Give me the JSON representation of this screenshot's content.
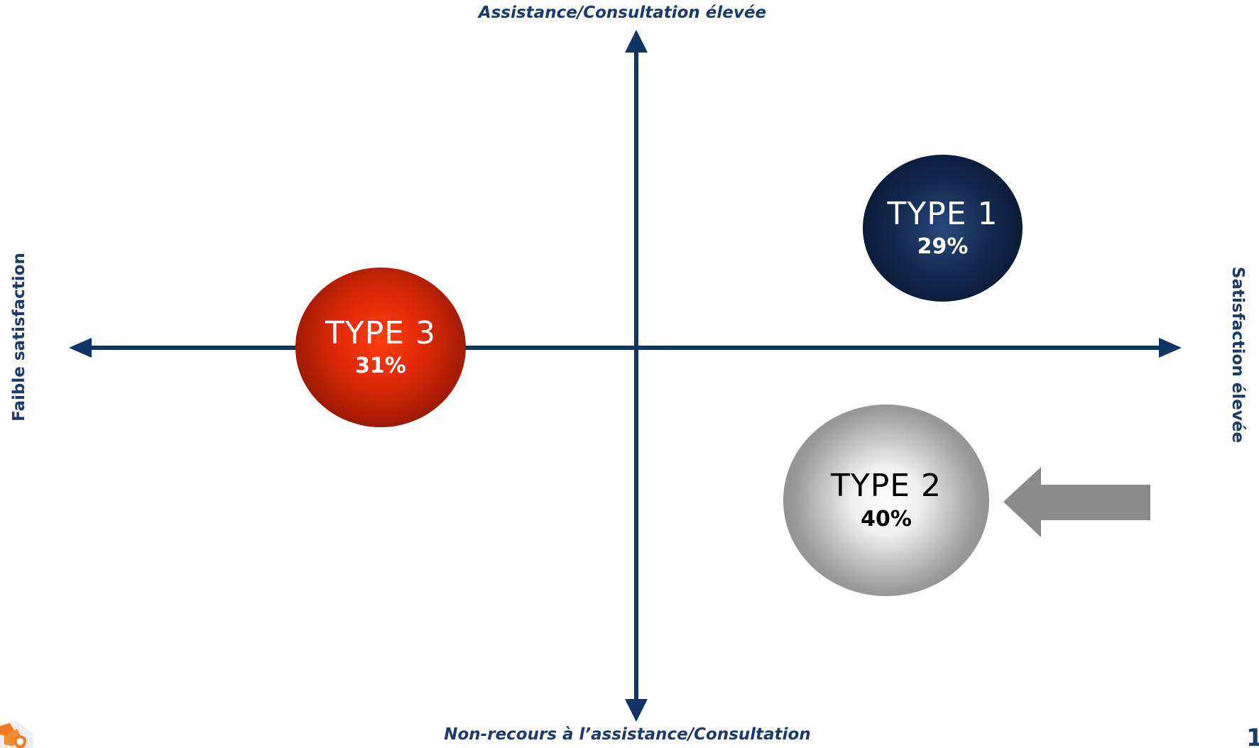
{
  "axes": {
    "top": "Assistance/Consultation élevée",
    "bottom": "Non-recours à l’assistance/Consultation",
    "left": "Faible satisfaction",
    "right": "Satisfaction élevée"
  },
  "types": [
    {
      "name": "TYPE 1",
      "percent": "29%",
      "color": "#13294f"
    },
    {
      "name": "TYPE 2",
      "percent": "40%",
      "color": "#9a9a9a"
    },
    {
      "name": "TYPE 3",
      "percent": "31%",
      "color": "#e02a07"
    }
  ],
  "colors": {
    "axis": "#0f3566",
    "label": "#1c3a6e",
    "pointer": "#8a8a8a",
    "logo": "#f07a1c"
  },
  "page_number": "1"
}
